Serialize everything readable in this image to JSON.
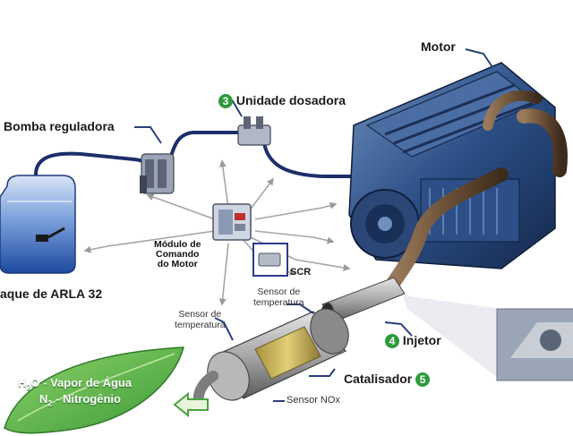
{
  "labels": {
    "motor": "Motor",
    "unidade_num": "3",
    "unidade": "Unidade dosadora",
    "bomba": "Bomba reguladora",
    "tanque": "aque de ARLA 32",
    "modulo_1": "Módulo de",
    "modulo_2": "Comando",
    "modulo_3": "do Motor",
    "scr": "SCR",
    "sensor_temp_1_a": "Sensor de",
    "sensor_temp_1_b": "temperatura",
    "sensor_temp_2_a": "Sensor de",
    "sensor_temp_2_b": "temperatura",
    "injetor_num": "4",
    "injetor": "Injetor",
    "catalisador": "Catalisador",
    "catalisador_num": "5",
    "sensor_nox": "Sensor NOx",
    "leaf_line1_pre": "H",
    "leaf_line1_sub": "2",
    "leaf_line1_post": "O - Vapor de Água",
    "leaf_line2_pre": "N",
    "leaf_line2_sub": "2",
    "leaf_line2_post": " - Nitrogênio"
  },
  "colors": {
    "pipe": "#1c2f6b",
    "engine": "#2b4f86",
    "tank": "#2f5fb6",
    "leaf": "#53b54a",
    "badge": "#2e9a3c",
    "arrows": "#9a9a9a"
  }
}
